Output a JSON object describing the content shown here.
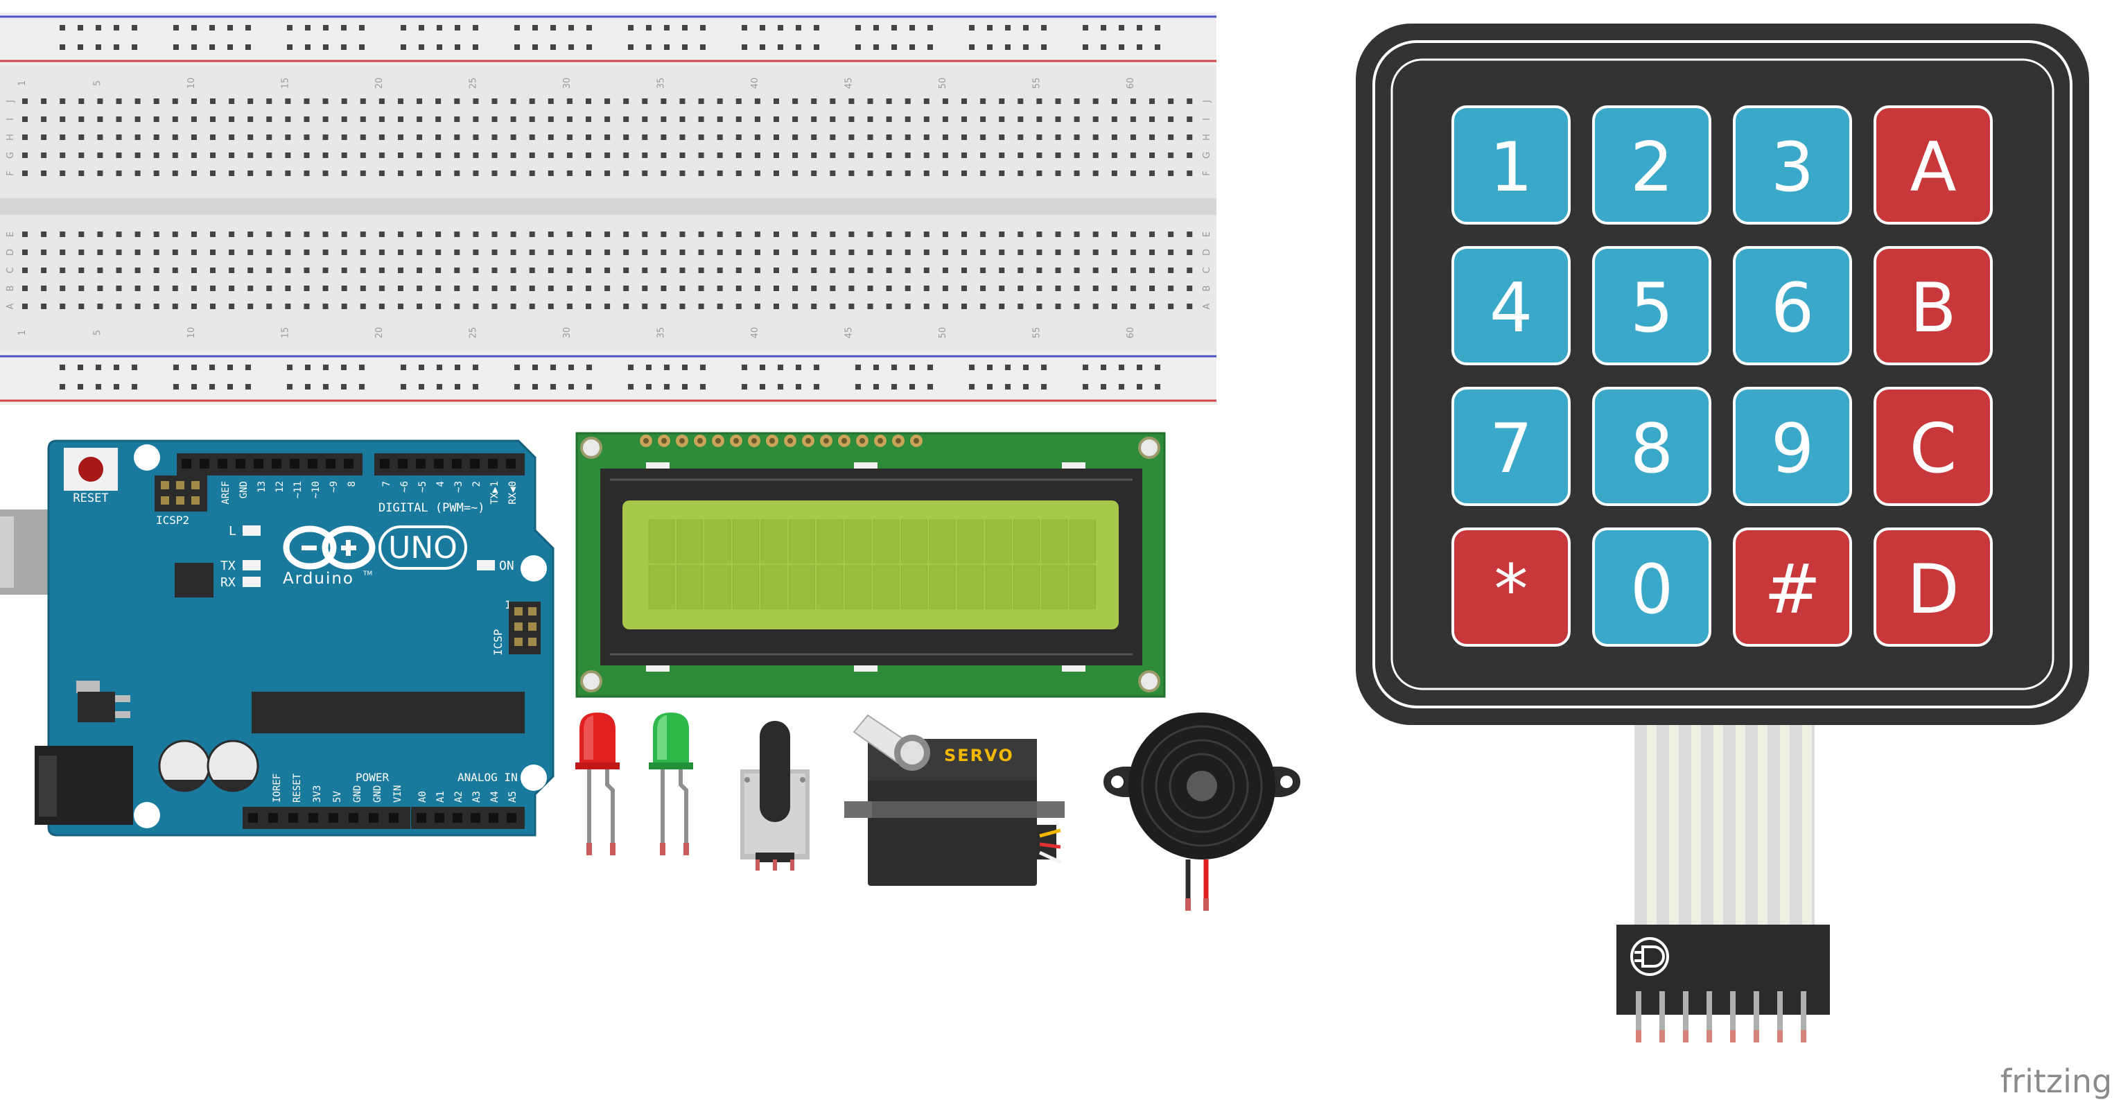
{
  "breadboard": {
    "column_numbers": [
      "1",
      "5",
      "10",
      "15",
      "20",
      "25",
      "30",
      "35",
      "40",
      "45",
      "50",
      "55",
      "60"
    ],
    "rows_top": [
      "J",
      "I",
      "H",
      "G",
      "F"
    ],
    "rows_bottom": [
      "E",
      "D",
      "C",
      "B",
      "A"
    ]
  },
  "arduino": {
    "reset_label": "RESET",
    "icsp2_label": "ICSP2",
    "icsp_label": "ICSP",
    "icsp_pin1": "1",
    "header_top_pins": [
      "AREF",
      "GND",
      "13",
      "12",
      "~11",
      "~10",
      "~9",
      "8",
      "7",
      "~6",
      "~5",
      "4",
      "~3",
      "2",
      "TX▶1",
      "RX◀0"
    ],
    "digital_label": "DIGITAL (PWM=~)",
    "l_label": "L",
    "tx_label": "TX",
    "rx_label": "RX",
    "on_label": "ON",
    "uno_label": "UNO",
    "brand_label": "Arduino",
    "trademark": "TM",
    "power_label": "POWER",
    "power_pins": [
      "IOREF",
      "RESET",
      "3V3",
      "5V",
      "GND",
      "GND",
      "VIN"
    ],
    "analog_label": "ANALOG IN",
    "analog_pins": [
      "A0",
      "A1",
      "A2",
      "A3",
      "A4",
      "A5"
    ]
  },
  "servo": {
    "label": "SERVO"
  },
  "keypad": {
    "rows": [
      [
        {
          "label": "1",
          "color": "blue"
        },
        {
          "label": "2",
          "color": "blue"
        },
        {
          "label": "3",
          "color": "blue"
        },
        {
          "label": "A",
          "color": "red"
        }
      ],
      [
        {
          "label": "4",
          "color": "blue"
        },
        {
          "label": "5",
          "color": "blue"
        },
        {
          "label": "6",
          "color": "blue"
        },
        {
          "label": "B",
          "color": "red"
        }
      ],
      [
        {
          "label": "7",
          "color": "blue"
        },
        {
          "label": "8",
          "color": "blue"
        },
        {
          "label": "9",
          "color": "blue"
        },
        {
          "label": "C",
          "color": "red"
        }
      ],
      [
        {
          "label": "*",
          "color": "red"
        },
        {
          "label": "0",
          "color": "blue"
        },
        {
          "label": "#",
          "color": "red"
        },
        {
          "label": "D",
          "color": "red"
        }
      ]
    ]
  },
  "colors": {
    "key_blue": "#3aa9c9",
    "key_red": "#c8383a",
    "keypad_body": "#333333",
    "arduino_board": "#1a7a9e",
    "lcd_pcb": "#2e8b3a",
    "lcd_screen": "#a6c94a",
    "breadboard": "#e6e6e6"
  },
  "watermark": "fritzing"
}
